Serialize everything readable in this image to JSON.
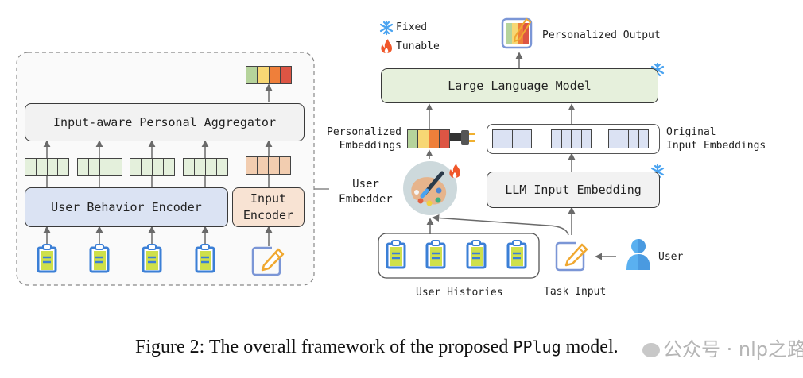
{
  "legend": {
    "fixed_label": "Fixed",
    "tunable_label": "Tunable",
    "fixed_icon": "snowflake-icon",
    "tunable_icon": "flame-icon"
  },
  "left_panel": {
    "aggregator_label": "Input-aware Personal Aggregator",
    "behavior_encoder_label": "User Behavior Encoder",
    "input_encoder_label": "Input\nEncoder",
    "history_count": 4,
    "output_embedding_colors": [
      "#b5d39b",
      "#f7d774",
      "#ef7f3a",
      "#dd5544"
    ]
  },
  "right_panel": {
    "personalized_output_label": "Personalized Output",
    "llm_label": "Large Language Model",
    "personalized_embeddings_label": "Personalized\nEmbeddings",
    "original_embeddings_label": "Original\nInput Embeddings",
    "user_embedder_label": "User\nEmbedder",
    "llm_input_embedding_label": "LLM Input Embedding",
    "user_histories_label": "User Histories",
    "task_input_label": "Task Input",
    "user_label": "User"
  },
  "colors": {
    "aggregator_bg": "#f2f2f2",
    "behavior_encoder_bg": "#dbe3f3",
    "input_encoder_bg": "#f8e3d3",
    "llm_bg": "#e6f0dc",
    "history_emb_bg": "#e4f0dc",
    "input_emb_bg": "#f2cdb0",
    "original_emb_bg": "#dbe2f3",
    "snowflake": "#4aa3f0",
    "flame": "#f0572a",
    "clipboard_blue": "#3b7fd6",
    "clipboard_paper": "#cfe04a"
  },
  "caption": {
    "prefix": "Figure 2: The overall framework of the proposed ",
    "code": "PPlug",
    "suffix": " model."
  },
  "watermark": "公众号 · nlp之路"
}
